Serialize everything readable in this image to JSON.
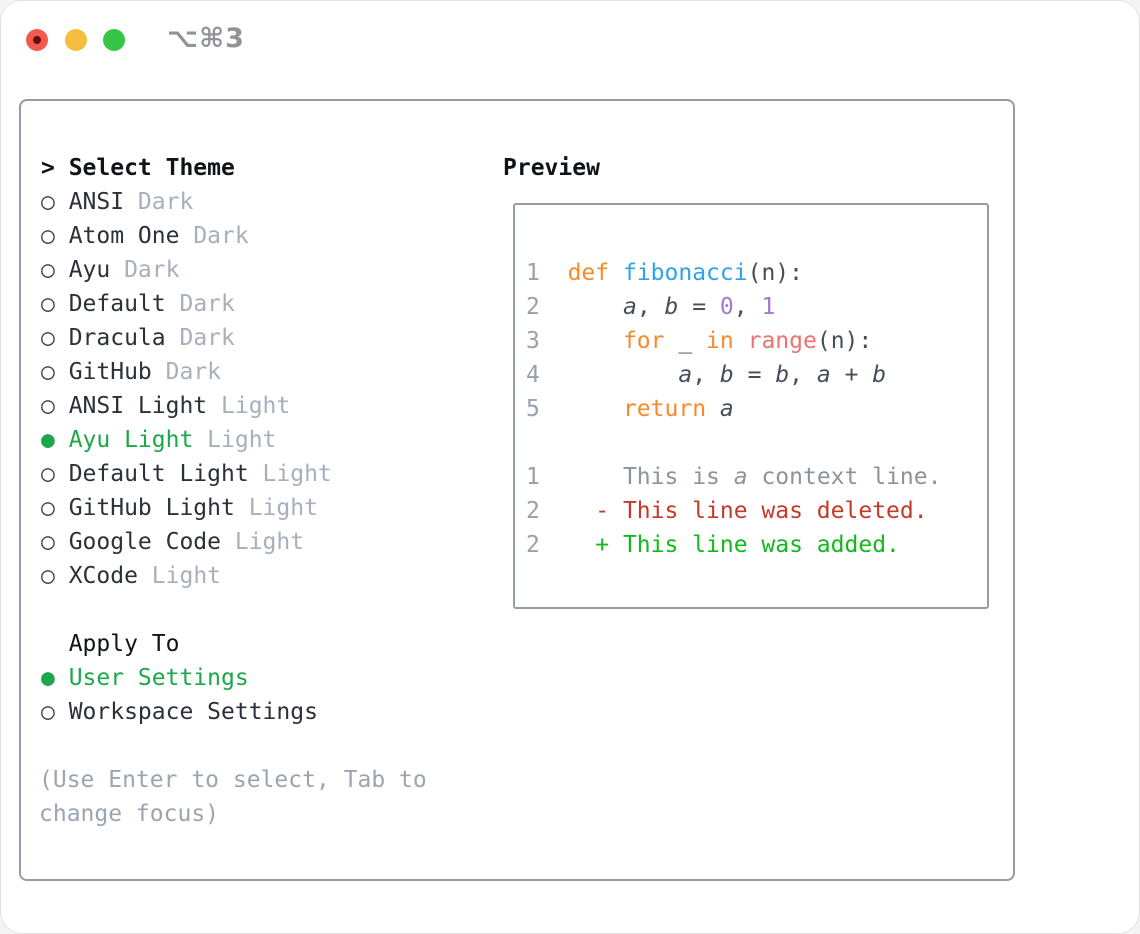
{
  "window": {
    "shortcut_label": "⌥⌘3"
  },
  "theme_selector": {
    "cursor": ">",
    "title": "Select Theme",
    "radio_unselected": "○",
    "radio_selected": "●",
    "items": [
      {
        "name": "ANSI",
        "variant": "Dark",
        "selected": false
      },
      {
        "name": "Atom One",
        "variant": "Dark",
        "selected": false
      },
      {
        "name": "Ayu",
        "variant": "Dark",
        "selected": false
      },
      {
        "name": "Default",
        "variant": "Dark",
        "selected": false
      },
      {
        "name": "Dracula",
        "variant": "Dark",
        "selected": false
      },
      {
        "name": "GitHub",
        "variant": "Dark",
        "selected": false
      },
      {
        "name": "ANSI Light",
        "variant": "Light",
        "selected": false
      },
      {
        "name": "Ayu Light",
        "variant": "Light",
        "selected": true
      },
      {
        "name": "Default Light",
        "variant": "Light",
        "selected": false
      },
      {
        "name": "GitHub Light",
        "variant": "Light",
        "selected": false
      },
      {
        "name": "Google Code",
        "variant": "Light",
        "selected": false
      },
      {
        "name": "XCode",
        "variant": "Light",
        "selected": false
      }
    ]
  },
  "apply_to": {
    "title": "Apply To",
    "items": [
      {
        "name": "User Settings",
        "selected": true
      },
      {
        "name": "Workspace Settings",
        "selected": false
      }
    ]
  },
  "hint": {
    "lines": [
      "(Use Enter to select, Tab to",
      "change focus)"
    ]
  },
  "preview": {
    "title": "Preview",
    "lines": [
      {
        "tokens": [
          {
            "t": "1",
            "s": "ln"
          },
          {
            "t": "  ",
            "s": "pl"
          },
          {
            "t": "def",
            "s": "kw"
          },
          {
            "t": " ",
            "s": "pl"
          },
          {
            "t": "fibonacci",
            "s": "fn"
          },
          {
            "t": "(n):",
            "s": "pl"
          }
        ]
      },
      {
        "tokens": [
          {
            "t": "2",
            "s": "ln"
          },
          {
            "t": "      ",
            "s": "pl"
          },
          {
            "t": "a",
            "s": "var"
          },
          {
            "t": ", ",
            "s": "pl"
          },
          {
            "t": "b",
            "s": "var"
          },
          {
            "t": " = ",
            "s": "pl"
          },
          {
            "t": "0",
            "s": "lit"
          },
          {
            "t": ", ",
            "s": "pl"
          },
          {
            "t": "1",
            "s": "lit"
          }
        ]
      },
      {
        "tokens": [
          {
            "t": "3",
            "s": "ln"
          },
          {
            "t": "      ",
            "s": "pl"
          },
          {
            "t": "for",
            "s": "kw"
          },
          {
            "t": " _ ",
            "s": "pl"
          },
          {
            "t": "in",
            "s": "kw"
          },
          {
            "t": " ",
            "s": "pl"
          },
          {
            "t": "range",
            "s": "fr"
          },
          {
            "t": "(n):",
            "s": "pl"
          }
        ]
      },
      {
        "tokens": [
          {
            "t": "4",
            "s": "ln"
          },
          {
            "t": "          ",
            "s": "pl"
          },
          {
            "t": "a",
            "s": "var"
          },
          {
            "t": ", ",
            "s": "pl"
          },
          {
            "t": "b",
            "s": "var"
          },
          {
            "t": " = ",
            "s": "pl"
          },
          {
            "t": "b",
            "s": "var"
          },
          {
            "t": ", ",
            "s": "pl"
          },
          {
            "t": "a",
            "s": "var"
          },
          {
            "t": " + ",
            "s": "pl"
          },
          {
            "t": "b",
            "s": "var"
          }
        ]
      },
      {
        "tokens": [
          {
            "t": "5",
            "s": "ln"
          },
          {
            "t": "      ",
            "s": "pl"
          },
          {
            "t": "return",
            "s": "kw"
          },
          {
            "t": " ",
            "s": "pl"
          },
          {
            "t": "a",
            "s": "var"
          }
        ]
      },
      {
        "tokens": []
      },
      {
        "tokens": [
          {
            "t": "1",
            "s": "ln"
          },
          {
            "t": "      ",
            "s": "pl"
          },
          {
            "t": "This is ",
            "s": "ctx"
          },
          {
            "t": "a",
            "s": "ctxi"
          },
          {
            "t": " context line.",
            "s": "ctx"
          }
        ]
      },
      {
        "tokens": [
          {
            "t": "2",
            "s": "ln"
          },
          {
            "t": "    ",
            "s": "pl"
          },
          {
            "t": "- This line was deleted.",
            "s": "del"
          }
        ]
      },
      {
        "tokens": [
          {
            "t": "2",
            "s": "ln"
          },
          {
            "t": "    ",
            "s": "pl"
          },
          {
            "t": "+ This line was added.",
            "s": "add"
          }
        ]
      }
    ]
  },
  "colors": {
    "accent_green": "#1BA74A",
    "added_green": "#13B81C",
    "deleted_red": "#C53A27",
    "context_gray": "#8B939C",
    "line_number_gray": "#98A1AB",
    "keyword_orange": "#F98A2B",
    "function_blue": "#30A3E6",
    "builtin_coral": "#F07171",
    "literal_purple": "#A37ACC",
    "code_plain": "#454E5A",
    "text_dark": "#2A3138",
    "variant_gray": "#A6B0BD",
    "hint_gray": "#9AA5B0",
    "border_gray": "#939DA9",
    "header_dark": "#101418",
    "traffic_red": "#F4594F",
    "traffic_yellow": "#F5BE40",
    "traffic_green": "#35C648"
  }
}
